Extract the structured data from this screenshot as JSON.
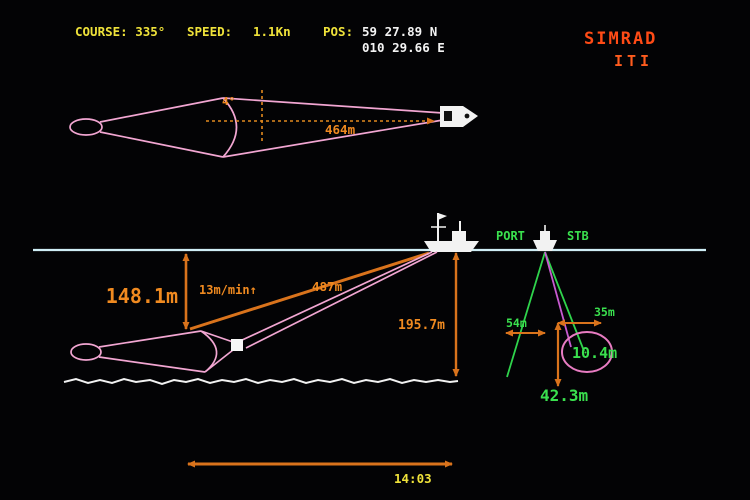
{
  "display": {
    "header": {
      "course": "COURSE: 335°",
      "speed_label": "SPEED:",
      "speed_value": "1.1Kn",
      "pos_label": "POS:",
      "pos_lat": "59 27.89 N",
      "pos_lon": "010 29.66 E"
    },
    "brand": {
      "name": "SIMRAD",
      "model": "ITI"
    },
    "top_view": {
      "spread_angle": "4°",
      "net_distance": "464m"
    },
    "side_view": {
      "trawl_depth": "148.1m",
      "depth_rate": "13m/min↑",
      "warp_length": "487m",
      "bottom_depth": "195.7m"
    },
    "stern_view": {
      "port_label": "PORT",
      "stb_label": "STB",
      "spread_left": "54m",
      "spread_right": "35m",
      "circled_value": "10.4m",
      "height_value": "42.3m"
    },
    "footer": {
      "time": "14:03"
    },
    "colors": {
      "background": "#000000",
      "brand_red": "#ff4b16",
      "status_yellow": "#efe23a",
      "value_white": "#f3f3f3",
      "measure_orange": "#d9731c",
      "net_pink": "#f2a6d2",
      "nav_green": "#3ae04e",
      "waterline_cyan": "#cfeef6",
      "cable_purple": "#c75ad0"
    }
  }
}
